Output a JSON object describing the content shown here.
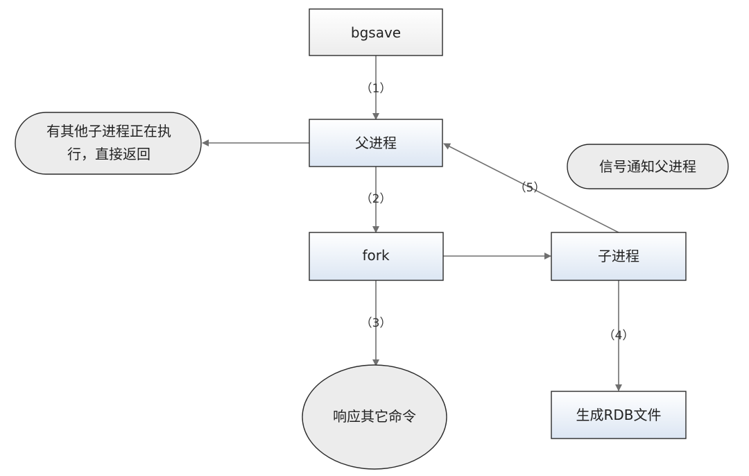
{
  "diagram": {
    "nodes": {
      "bgsave": "bgsave",
      "parent": "父进程",
      "fork": "fork",
      "child": "子进程",
      "busy_line1": "有其他子进程正在执",
      "busy_line2": "行，直接返回",
      "respond": "响应其它命令",
      "rdb": "生成RDB文件",
      "signal": "信号通知父进程"
    },
    "edge_labels": {
      "step1": "（1）",
      "step2": "（2）",
      "step3": "（3）",
      "step4": "（4）",
      "step5": "（5）"
    }
  },
  "colors": {
    "box_top": "#ffffff",
    "box_bottom_blue": "#dce6f3",
    "box_bottom_gray": "#ececec",
    "oval_fill": "#ececec",
    "edge": "#6f6f6f",
    "border": "#2b2b2b"
  }
}
